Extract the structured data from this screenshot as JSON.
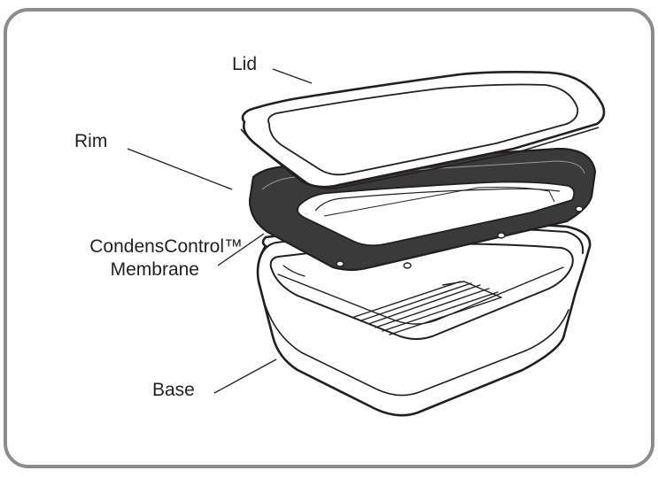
{
  "figure": {
    "labels": {
      "lid": "Lid",
      "rim": "Rim",
      "membrane_line1": "CondensControl™",
      "membrane_line2": "Membrane",
      "base": "Base"
    },
    "colors": {
      "frame": "#8c8c8c",
      "outline": "#231f20",
      "rim_fill": "#3a3a3a",
      "part_fill": "#ffffff"
    }
  }
}
